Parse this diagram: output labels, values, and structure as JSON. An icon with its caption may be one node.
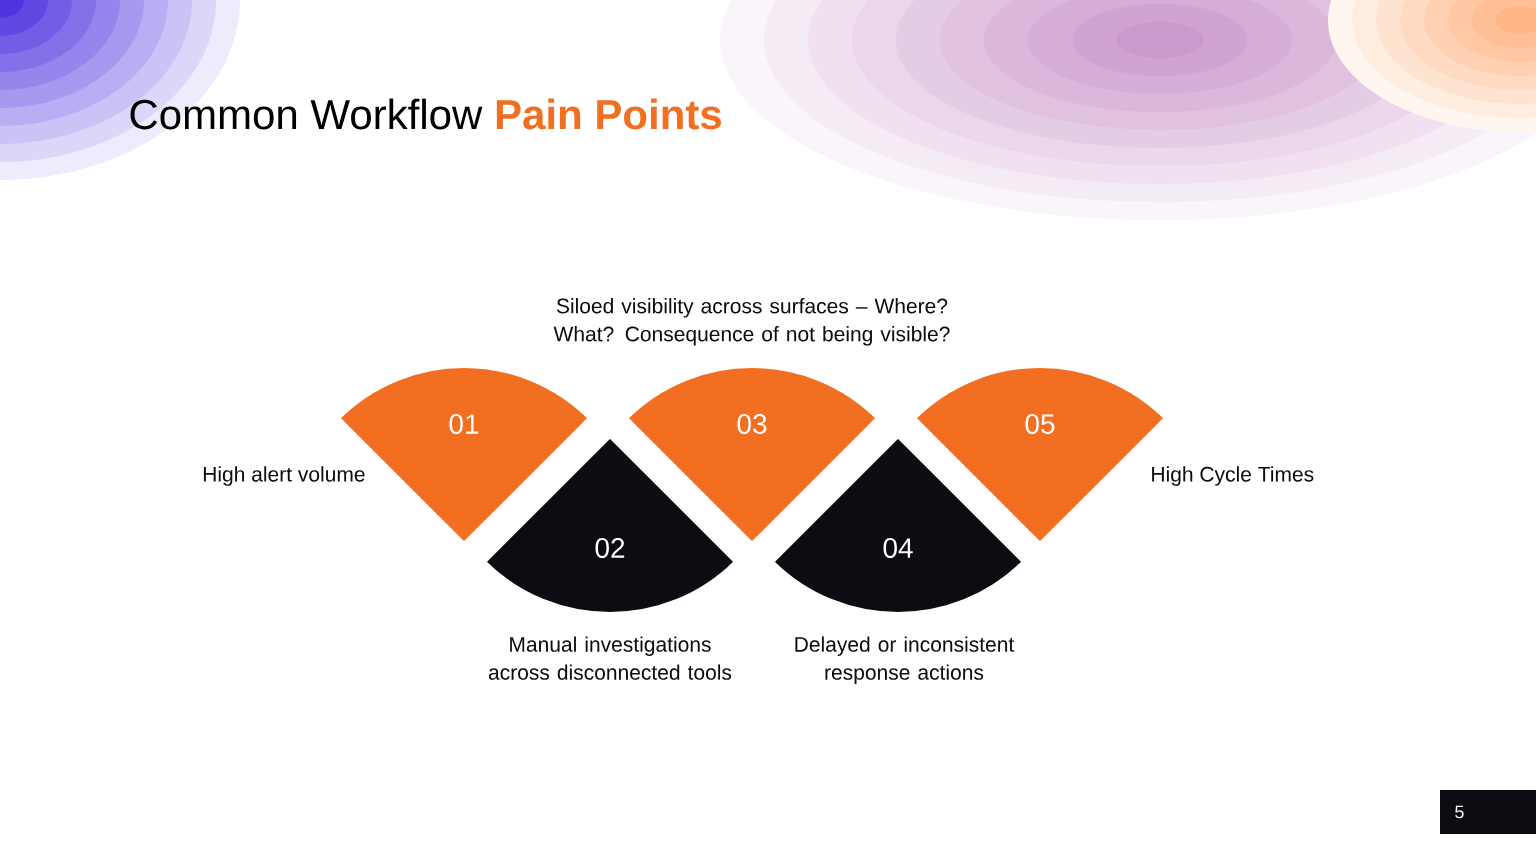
{
  "diagram": {
    "title": "Common Workflow **Pain Points**",
    "nodes": [
      {
        "text": [
          "01"
        ],
        "beside": [
          "High alert volume"
        ]
      },
      {
        "text": [
          "02"
        ],
        "beside": [
          "Manual investigations across disconnected tools"
        ]
      },
      {
        "text": [
          "03"
        ],
        "beside": [
          "Siloed visibility across surfaces – Where? What? Consequence of not being visible?"
        ]
      },
      {
        "text": [
          "04"
        ],
        "beside": [
          "Delayed or inconsistent response actions"
        ]
      },
      {
        "text": [
          "05"
        ],
        "beside": [
          "High Cycle Times"
        ]
      }
    ],
    "labels": [
      "5"
    ]
  }
}
